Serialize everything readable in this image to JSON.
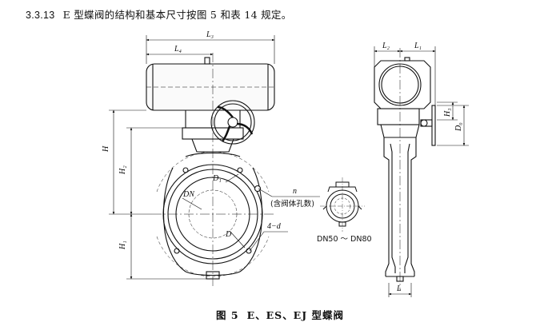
{
  "clause": {
    "number": "3.3.13",
    "text": "E 型蝶阀的结构和基本尺寸按图 5 和表 14 规定。"
  },
  "figure": {
    "caption_number": "图 5",
    "caption_title": "E、ES、EJ 型蝶阀",
    "dimension_labels": {
      "L3": "L₃",
      "L4": "L₄",
      "L2": "L₂",
      "L1": "L₁",
      "H": "H",
      "H2": "H₂",
      "H1": "H₁",
      "DN": "DN",
      "D1": "D₁",
      "D": "D",
      "D0": "D₀",
      "H3": "H₃",
      "L": "L",
      "n": "n",
      "four_d": "4−d"
    },
    "notes": {
      "bolt_holes": "(含阀体孔数)",
      "small_range": "DN50 ～ DN80"
    }
  }
}
